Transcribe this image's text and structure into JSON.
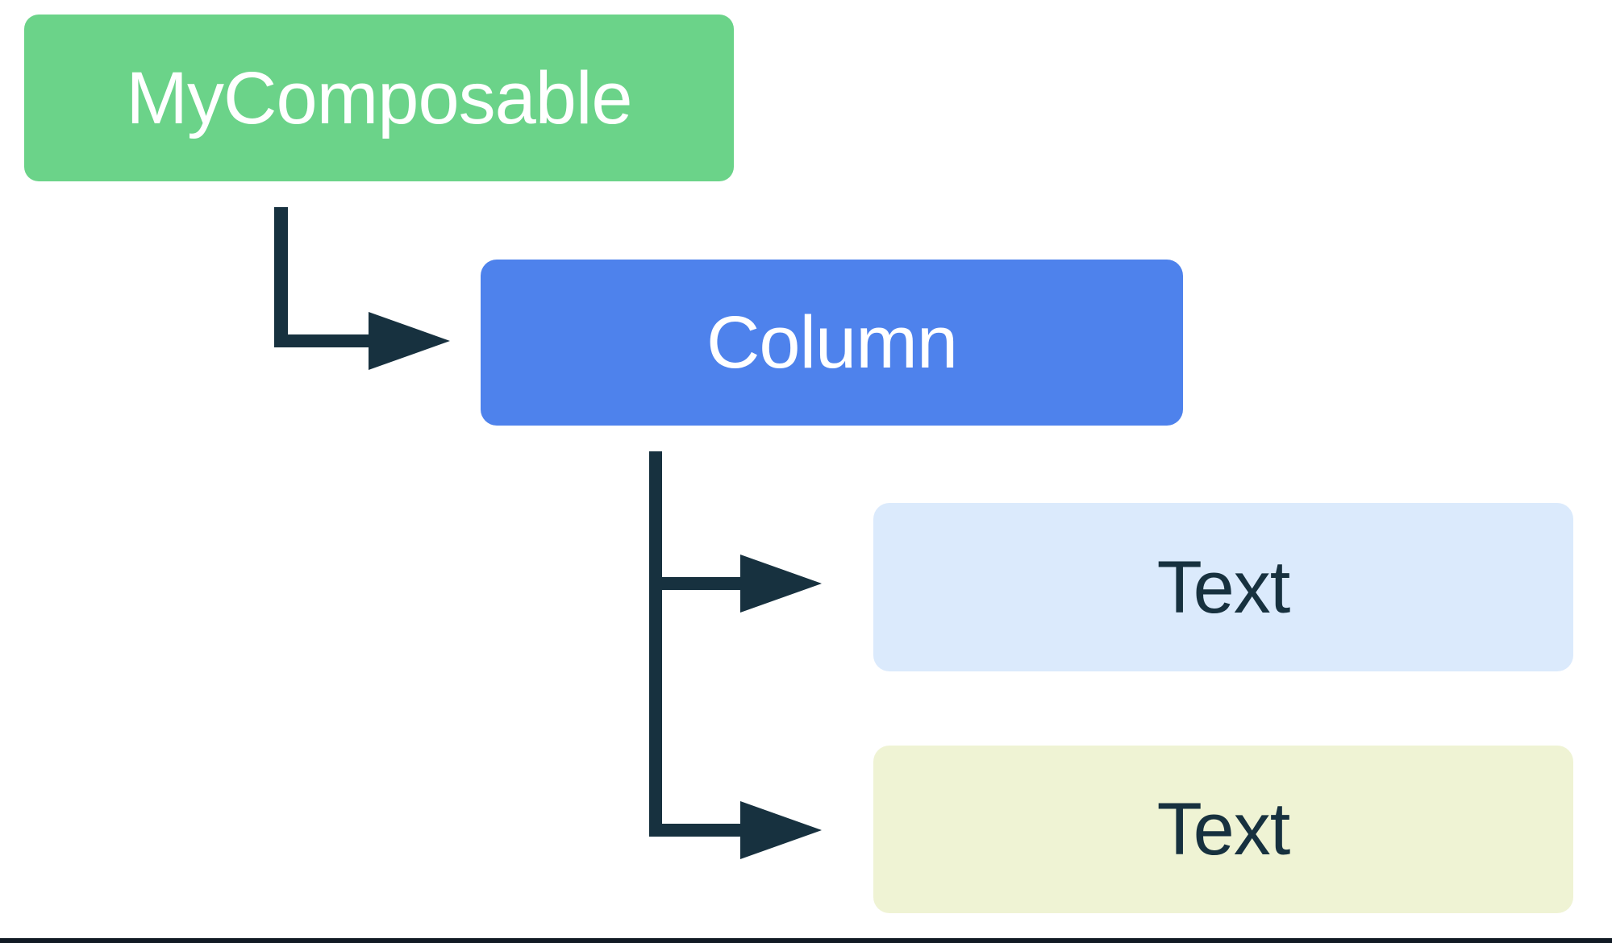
{
  "diagram": {
    "type": "tree",
    "nodes": [
      {
        "id": "mycomposable",
        "label": "MyComposable",
        "level": 0
      },
      {
        "id": "column",
        "label": "Column",
        "level": 1,
        "parent": "mycomposable"
      },
      {
        "id": "text1",
        "label": "Text",
        "level": 2,
        "parent": "column"
      },
      {
        "id": "text2",
        "label": "Text",
        "level": 2,
        "parent": "column"
      }
    ],
    "edges": [
      {
        "from": "mycomposable",
        "to": "column",
        "style": "elbow-arrow"
      },
      {
        "from": "column",
        "to": "text1",
        "style": "elbow-arrow"
      },
      {
        "from": "column",
        "to": "text2",
        "style": "elbow-arrow"
      }
    ]
  },
  "colors": {
    "background": "#ffffff",
    "node_root_bg": "#6bd389",
    "node_column_bg": "#4e82ec",
    "node_text1_bg": "#dbeafc",
    "node_text2_bg": "#eff3d4",
    "label_light": "#ffffff",
    "label_dark": "#17313f",
    "arrow": "#17313f",
    "bottom_rule": "#111a24"
  }
}
